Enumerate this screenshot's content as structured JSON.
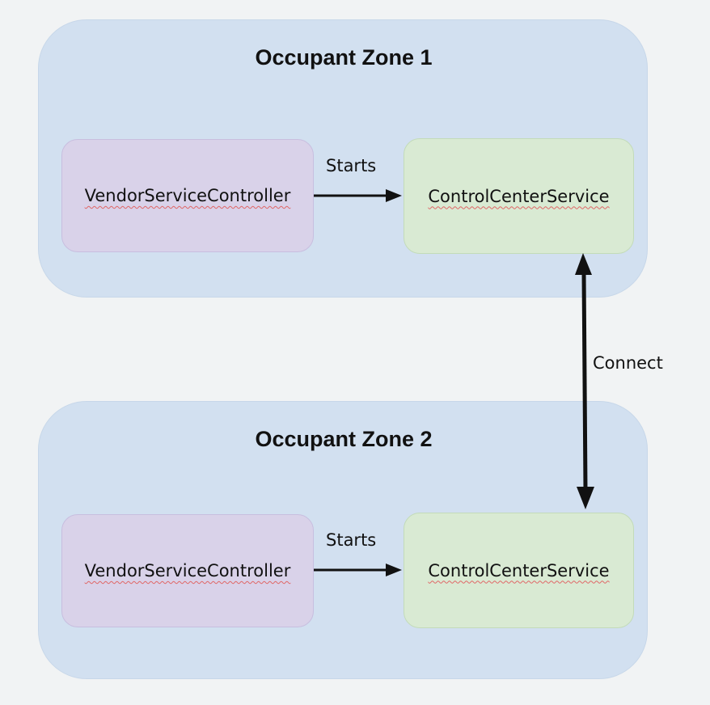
{
  "zones": [
    {
      "title": "Occupant Zone 1",
      "vendor_label": "VendorServiceController",
      "control_label": "ControlCenterService",
      "arrow_label": "Starts"
    },
    {
      "title": "Occupant Zone 2",
      "vendor_label": "VendorServiceController",
      "control_label": "ControlCenterService",
      "arrow_label": "Starts"
    }
  ],
  "connect_label": "Connect",
  "colors": {
    "background": "#f1f3f4",
    "zone_fill": "#d2e0f0",
    "vendor_fill": "#d9d2e9",
    "control_fill": "#d9ead3",
    "spellcheck_underline": "#e06666",
    "arrow": "#111111"
  }
}
